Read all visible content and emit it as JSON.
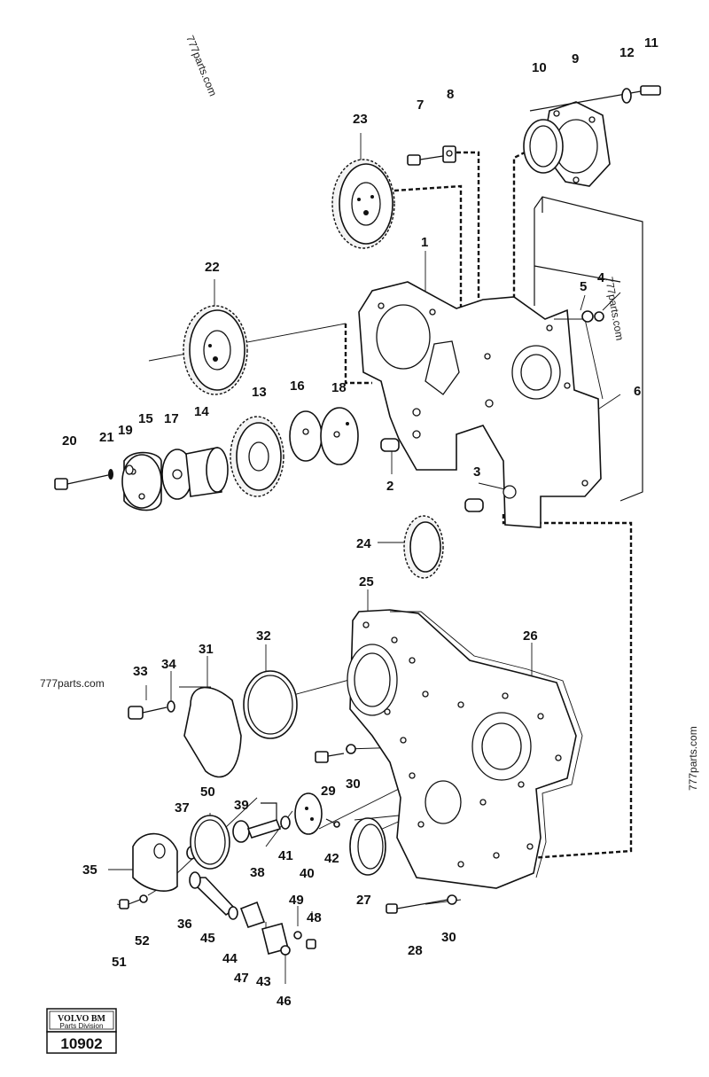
{
  "watermarks": [
    "777parts.com",
    "777parts.com",
    "777parts.com",
    "777parts.com"
  ],
  "logo": {
    "brand": "VOLVO BM",
    "division": "Parts Division",
    "code": "10902"
  },
  "callouts": {
    "1": "1",
    "2": "2",
    "3": "3",
    "4": "4",
    "5": "5",
    "6": "6",
    "7": "7",
    "8": "8",
    "9": "9",
    "10": "10",
    "11": "11",
    "12": "12",
    "13": "13",
    "14": "14",
    "15": "15",
    "16": "16",
    "17": "17",
    "18": "18",
    "19": "19",
    "20": "20",
    "21": "21",
    "22": "22",
    "23": "23",
    "24": "24",
    "25": "25",
    "26": "26",
    "27": "27",
    "28": "28",
    "29": "29",
    "30a": "30",
    "30b": "30",
    "31": "31",
    "32": "32",
    "33": "33",
    "34": "34",
    "35": "35",
    "36": "36",
    "37": "37",
    "38": "38",
    "39": "39",
    "40": "40",
    "41": "41",
    "42": "42",
    "43": "43",
    "44": "44",
    "45": "45",
    "46": "46",
    "47": "47",
    "48": "48",
    "49": "49",
    "50": "50",
    "51": "51",
    "52": "52"
  },
  "colors": {
    "ink": "#111111",
    "paper": "#ffffff"
  }
}
